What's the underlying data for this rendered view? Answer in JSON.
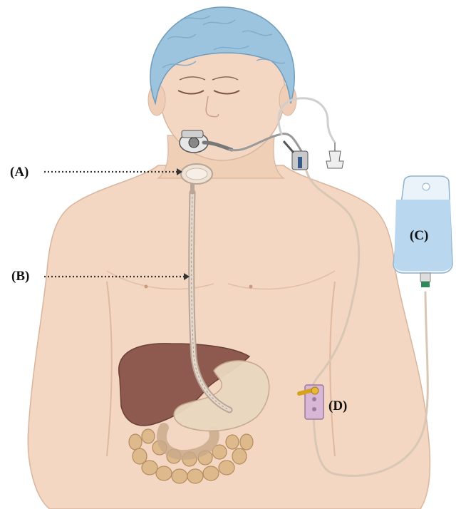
{
  "labels": {
    "a": "(A)",
    "b": "(B)",
    "c": "(C)",
    "d": "(D)"
  },
  "colors": {
    "skin": "#f3d7c2",
    "skin_shadow": "#e4bda3",
    "cap": "#9cc4df",
    "liver": "#8e5a4f",
    "stomach": "#ead7bf",
    "intestine": "#ddb98c",
    "bag": "#b9d7ee",
    "tube": "#d9c7b6",
    "pump": "#d8b7d6",
    "clamp": "#d6a21e"
  },
  "icons": {
    "mask": "nasal-oral-mask-icon",
    "clamp": "roller-clamp-icon",
    "connector": "syringe-connector-icon"
  }
}
